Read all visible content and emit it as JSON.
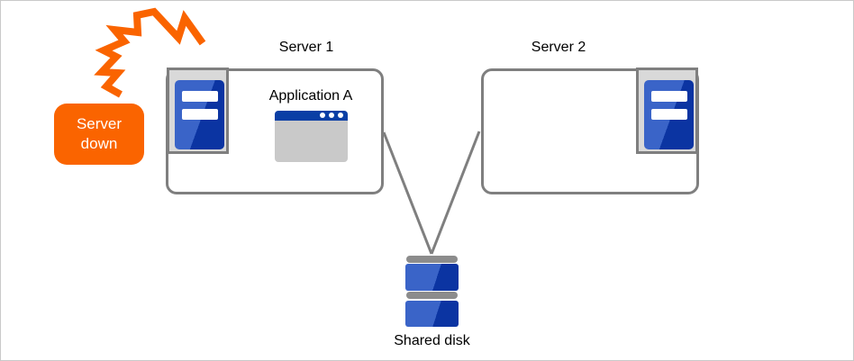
{
  "labels": {
    "server1": "Server 1",
    "server2": "Server 2",
    "application": "Application A",
    "shared_disk": "Shared disk"
  },
  "callout": {
    "line1": "Server",
    "line2": "down"
  },
  "colors": {
    "orange": "#fa6400",
    "gray_stroke": "#7f7f7f",
    "canvas_border": "#c9c9c9",
    "plate_fill": "#d9d9d9",
    "blue_light": "#3a64c8",
    "blue_dark": "#0b34a2",
    "titlebar_blue": "#0a3fa5",
    "window_body": "#c9c9c9",
    "disk_bar": "#8c8c8c"
  },
  "icons": {
    "crash": "crash-bolt-icon",
    "server_unit": "server-tower-icon",
    "application_window": "application-window-icon",
    "shared_disk": "shared-disk-icon"
  }
}
